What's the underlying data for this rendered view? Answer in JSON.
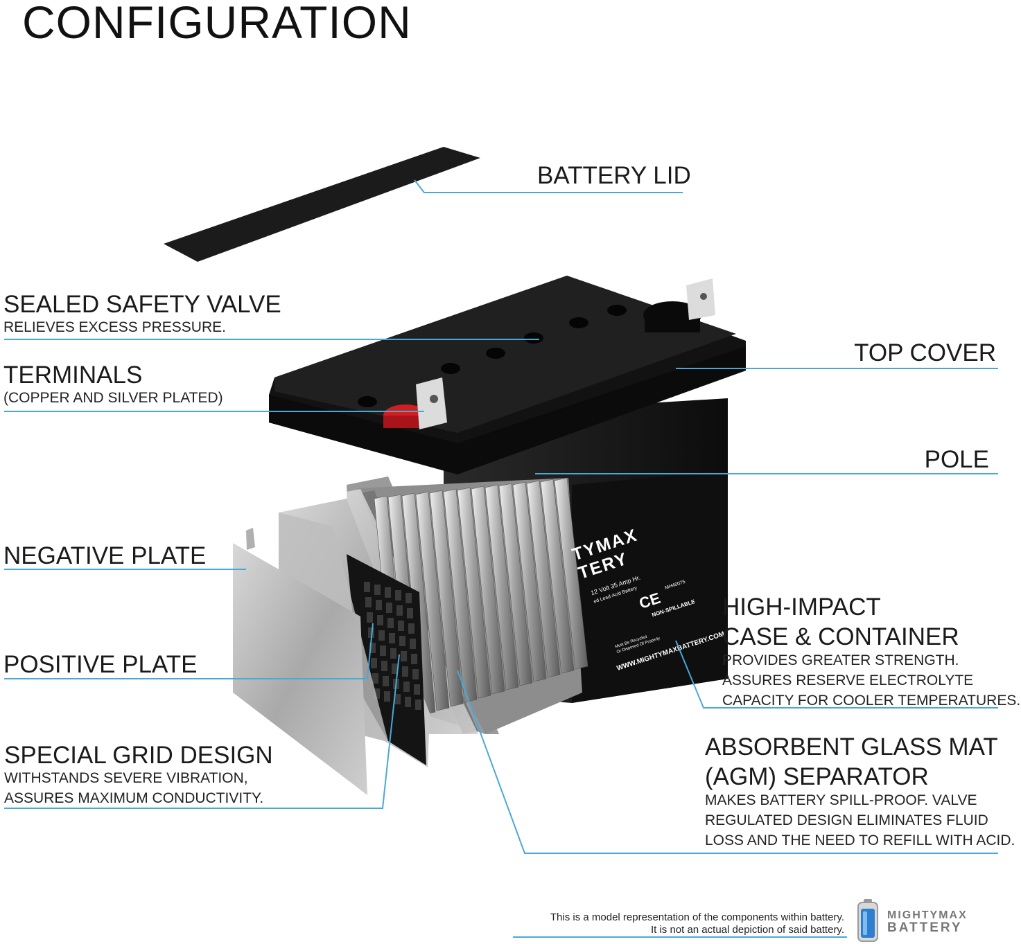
{
  "title": "CONFIGURATION",
  "labels": {
    "battery_lid": {
      "title": "BATTERY LID"
    },
    "sealed_safety_valve": {
      "title": "SEALED SAFETY VALVE",
      "lines": [
        "RELIEVES EXCESS PRESSURE."
      ]
    },
    "terminals": {
      "title": "TERMINALS",
      "lines": [
        "(COPPER AND SILVER PLATED)"
      ]
    },
    "top_cover": {
      "title": "TOP COVER"
    },
    "pole": {
      "title": "POLE"
    },
    "negative_plate": {
      "title": "NEGATIVE PLATE"
    },
    "positive_plate": {
      "title": "POSITIVE PLATE"
    },
    "high_impact": {
      "title_lines": [
        "HIGH-IMPACT",
        "CASE & CONTAINER"
      ],
      "lines": [
        "PROVIDES GREATER STRENGTH.",
        "ASSURES RESERVE ELECTROLYTE",
        "CAPACITY FOR COOLER TEMPERATURES."
      ]
    },
    "special_grid": {
      "title": "SPECIAL GRID DESIGN",
      "lines": [
        "WITHSTANDS SEVERE VIBRATION,",
        "ASSURES MAXIMUM CONDUCTIVITY."
      ]
    },
    "agm_separator": {
      "title_lines": [
        "ABSORBENT GLASS MAT",
        "(AGM) SEPARATOR"
      ],
      "lines": [
        "MAKES BATTERY SPILL-PROOF. VALVE",
        "REGULATED DESIGN ELIMINATES FLUID",
        "LOSS AND THE NEED TO REFILL WITH ACID."
      ]
    }
  },
  "battery_label": {
    "brand_lines": [
      "TYMAX",
      "TERY"
    ],
    "spec": "12 Volt 35 Amp Hr.",
    "type": "ed Lead-Acid Battery",
    "non_spillable": "NON-SPILLABLE",
    "website": "WWW.MIGHTYMAXBATTERY.COM",
    "recycle_lines": [
      "Must Be Recycled",
      "Or Disposed Of Properly"
    ],
    "ce_mark": "CE",
    "cert": "MH40075"
  },
  "footnote": [
    "This is a model representation of the components within battery.",
    "It is not an actual depiction of said battery."
  ],
  "brand": {
    "line1": "MIGHTYMAX",
    "line2": "BATTERY"
  },
  "colors": {
    "leader": "#4aa8d8",
    "case": "#141414",
    "plate": "#b5b5b5",
    "terminal": "#d11f1f"
  }
}
